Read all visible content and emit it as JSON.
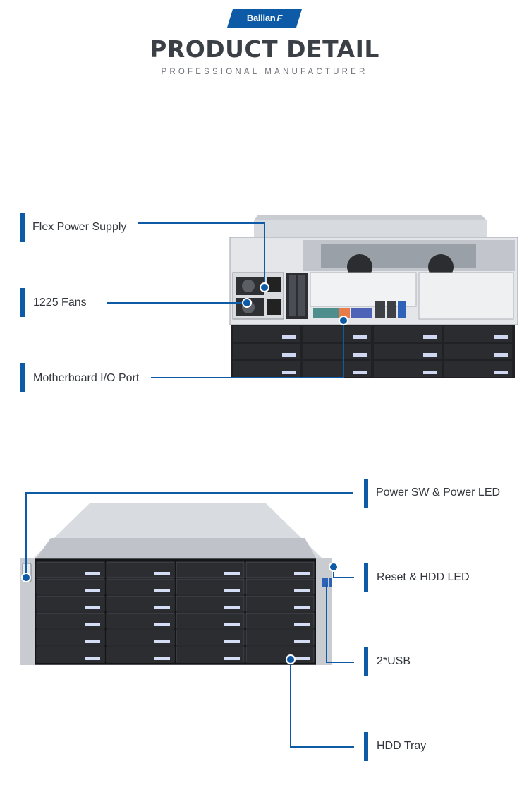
{
  "header": {
    "brand": "Bailian",
    "brand_mark": "F",
    "title": "PRODUCT DETAIL",
    "subtitle": "PROFESSIONAL MANUFACTURER"
  },
  "rear_view": {
    "labels": [
      {
        "id": "flex-power-supply",
        "text": "Flex Power Supply"
      },
      {
        "id": "fans",
        "text": "1225 Fans"
      },
      {
        "id": "motherboard-io-port",
        "text": "Motherboard I/O Port"
      }
    ]
  },
  "front_view": {
    "labels": [
      {
        "id": "power-sw-power-led",
        "text": "Power SW & Power LED"
      },
      {
        "id": "reset-hdd-led",
        "text": "Reset & HDD LED"
      },
      {
        "id": "usb",
        "text": "2*USB"
      },
      {
        "id": "hdd-tray",
        "text": "HDD Tray"
      }
    ]
  },
  "colors": {
    "accent": "#0d5aa7",
    "title": "#3b3f46",
    "text": "#33373d"
  }
}
